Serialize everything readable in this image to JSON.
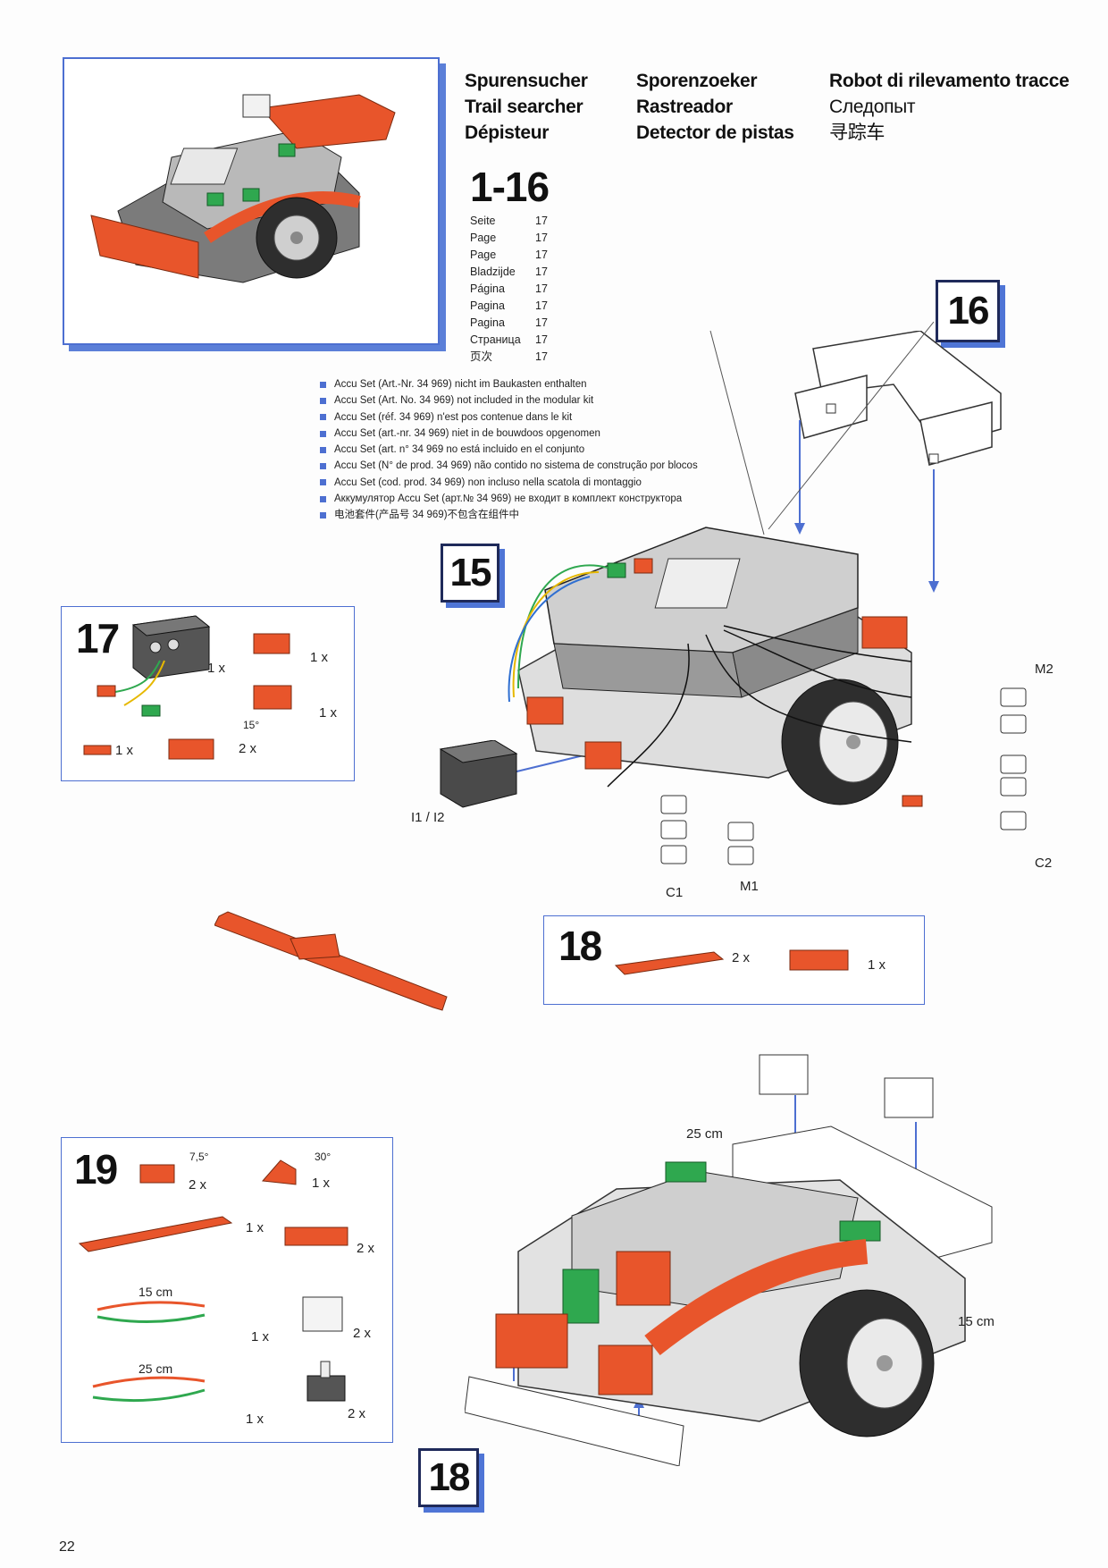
{
  "titles": {
    "col1": [
      "Spurensucher",
      "Trail searcher",
      "Dépisteur"
    ],
    "col2": [
      "Sporenzoeker",
      "Rastreador",
      "Detector de pistas"
    ],
    "col3": [
      "Robot di rilevamento tracce",
      "Следопыт",
      "寻踪车"
    ]
  },
  "model_range": "1-16",
  "page_refs": [
    {
      "label": "Seite",
      "page": "17"
    },
    {
      "label": "Page",
      "page": "17"
    },
    {
      "label": "Page",
      "page": "17"
    },
    {
      "label": "Bladzijde",
      "page": "17"
    },
    {
      "label": "Página",
      "page": "17"
    },
    {
      "label": "Pagina",
      "page": "17"
    },
    {
      "label": "Pagina",
      "page": "17"
    },
    {
      "label": "Страница",
      "page": "17"
    },
    {
      "label": "页次",
      "page": "17"
    }
  ],
  "accu_notes": [
    "Accu Set (Art.-Nr. 34 969) nicht im Baukasten enthalten",
    "Accu Set (Art. No. 34 969) not included in the modular kit",
    "Accu Set (réf. 34 969) n'est pos contenue dans le kit",
    "Accu Set (art.-nr. 34 969) niet in de bouwdoos opgenomen",
    "Accu Set (art. n° 34 969 no está incluido en el conjunto",
    "Accu Set (N° de prod. 34 969) não contido no sistema de construção por blocos",
    "Accu Set (cod. prod. 34 969) non incluso nella scatola di montaggio",
    "Аккумулятор Accu Set (арт.№ 34 969) не входит в комплект конструктора",
    "电池套件(产品号 34 969)不包含在组件中"
  ],
  "steps": {
    "s15": "15",
    "s16": "16",
    "s17": "17",
    "s18": "18",
    "s18b": "18",
    "s19": "19"
  },
  "step17_parts": {
    "q1": "1 x",
    "q2": "1 x",
    "q3": "1 x",
    "q4": "1 x",
    "q5": "2 x",
    "angle": "15°"
  },
  "step18_parts": {
    "q1": "2 x",
    "q2": "1 x"
  },
  "step19_parts": {
    "a1": "7,5°",
    "q1": "2 x",
    "a2": "30°",
    "q2": "1 x",
    "q3": "1 x",
    "q4": "2 x",
    "cable1": "15 cm",
    "q5": "1 x",
    "q6": "2 x",
    "cable2": "25 cm",
    "q7": "1 x",
    "q8": "2 x"
  },
  "connectors": {
    "m2": "M2",
    "c2": "C2",
    "c1": "C1",
    "m1": "M1",
    "i1i2": "I1 / I2"
  },
  "cable_labels": {
    "c25": "25 cm",
    "c15": "15 cm"
  },
  "page_number": "22",
  "colors": {
    "accent_blue": "#4d6fd1",
    "brick_red": "#e8552b",
    "dark_grey": "#4a4a4a"
  }
}
